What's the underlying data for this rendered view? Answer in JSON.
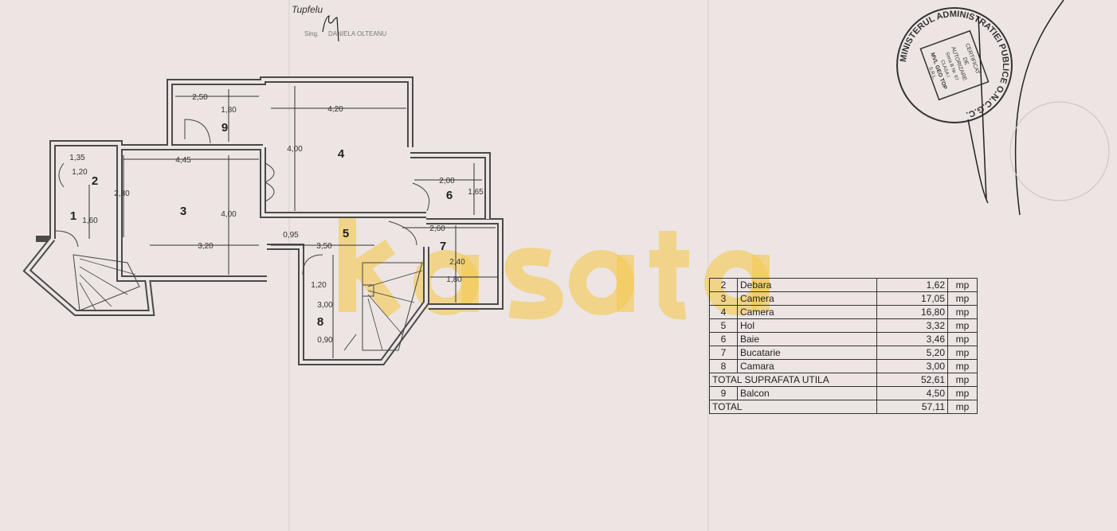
{
  "header": {
    "sign_prefix": "Sing.",
    "engineer_name": "DANIELA OLTEANU",
    "handwritten_note": "Tupfelu"
  },
  "stamp": {
    "outer_text": "MINISTERUL ADMINISTRATIEI PUBLICE O.N.C.G.C.",
    "inner_lines": [
      "CERTIFICAT",
      "DE",
      "AUTORIZARE",
      "Seria B Nr. 97",
      "CLASA I",
      "MVL GEO TOP",
      "S.R.L."
    ],
    "color": "#333333"
  },
  "watermark": {
    "text": "kasata",
    "color": "#f5c84e"
  },
  "plan": {
    "rooms": [
      "1",
      "2",
      "3",
      "4",
      "5",
      "6",
      "7",
      "8",
      "9"
    ],
    "dimensions": [
      "2,50",
      "1,80",
      "4,20",
      "4,45",
      "1,35",
      "1,20",
      "2,80",
      "4,00",
      "4,00",
      "1,60",
      "3,20",
      "0,95",
      "3,50",
      "2,00",
      "1,65",
      "2,60",
      "2,40",
      "1,80",
      "1,20",
      "3,00",
      "0,90"
    ]
  },
  "area_table": {
    "rows": [
      {
        "no": "2",
        "name": "Debara",
        "area": "1,62",
        "unit": "mp"
      },
      {
        "no": "3",
        "name": "Camera",
        "area": "17,05",
        "unit": "mp"
      },
      {
        "no": "4",
        "name": "Camera",
        "area": "16,80",
        "unit": "mp"
      },
      {
        "no": "5",
        "name": "Hol",
        "area": "3,32",
        "unit": "mp"
      },
      {
        "no": "6",
        "name": "Baie",
        "area": "3,46",
        "unit": "mp"
      },
      {
        "no": "7",
        "name": "Bucatarie",
        "area": "5,20",
        "unit": "mp"
      },
      {
        "no": "8",
        "name": "Camara",
        "area": "3,00",
        "unit": "mp"
      }
    ],
    "subtotal": {
      "label": "TOTAL SUPRAFATA UTILA",
      "area": "52,61",
      "unit": "mp"
    },
    "extra": {
      "no": "9",
      "name": "Balcon",
      "area": "4,50",
      "unit": "mp"
    },
    "total": {
      "label": "TOTAL",
      "area": "57,11",
      "unit": "mp"
    }
  }
}
